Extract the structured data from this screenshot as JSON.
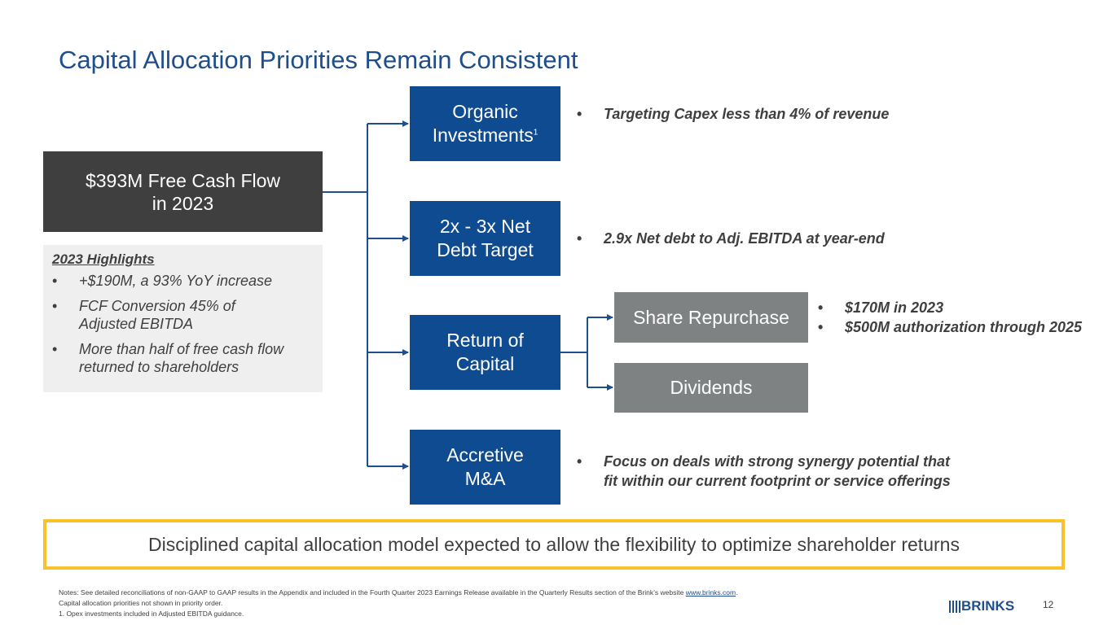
{
  "title": "Capital Allocation Priorities Remain Consistent",
  "fcf": {
    "line1": "$393M Free Cash Flow",
    "line2": "in 2023"
  },
  "highlights": {
    "heading": "2023 Highlights",
    "items": [
      {
        "line1": "+$190M, a 93% YoY increase",
        "line2": ""
      },
      {
        "line1": "FCF Conversion 45% of",
        "line2": "Adjusted EBITDA"
      },
      {
        "line1": "More than half of free cash flow",
        "line2": "returned to shareholders"
      }
    ]
  },
  "priorities": {
    "organic": {
      "line1": "Organic",
      "line2": "Investments",
      "sup": "1",
      "note": "Targeting Capex less than 4% of revenue"
    },
    "net_debt": {
      "line1": "2x - 3x Net",
      "line2": "Debt Target",
      "note": "2.9x Net debt to Adj. EBITDA at year-end"
    },
    "return_capital": {
      "line1": "Return of",
      "line2": "Capital",
      "share_repurchase": "Share Repurchase",
      "dividends": "Dividends",
      "notes": [
        "$170M in 2023",
        "$500M authorization through 2025"
      ]
    },
    "ma": {
      "line1": "Accretive",
      "line2": "M&A",
      "note_line1": "Focus on deals with strong synergy potential that",
      "note_line2": "fit within our current footprint or service offerings"
    }
  },
  "bullet": "•",
  "banner": "Disciplined capital allocation model expected to allow the flexibility to optimize shareholder returns",
  "footnotes": {
    "line1_prefix": "Notes: See detailed reconciliations of non-GAAP to GAAP results in the Appendix and included in the Fourth Quarter 2023 Earnings Release available in the Quarterly Results section of the Brink’s website ",
    "link": "www.brinks.com",
    "line1_suffix": ".",
    "line2": "Capital allocation priorities not shown in priority order.",
    "line3": "1.  Opex investments included in Adjusted EBITDA guidance."
  },
  "logo_text": "BRINKS",
  "page_number": "12",
  "colors": {
    "title": "#1f4e8c",
    "blue_box": "#0f4b90",
    "dark_box": "#3f3f3f",
    "gray_box": "#7f8283",
    "banner_border": "#f8c22c"
  }
}
